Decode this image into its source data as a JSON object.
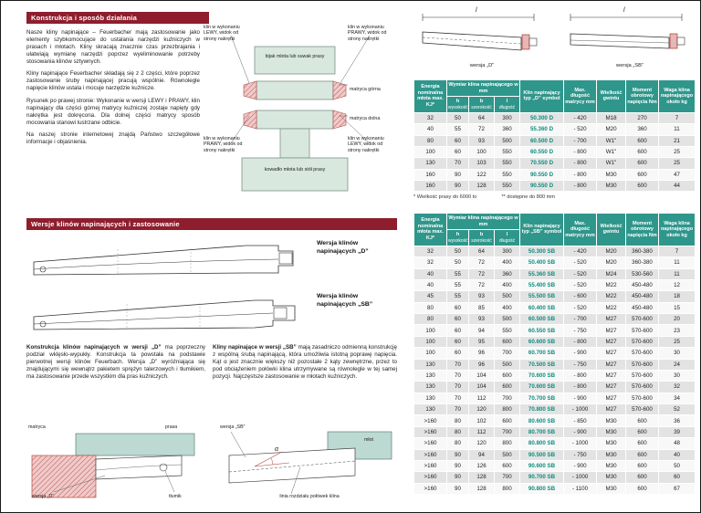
{
  "colors": {
    "accent_red": "#8e1e2d",
    "table_header_teal": "#2f968b",
    "symbol_teal": "#0e8d7f",
    "diagram_green": "#d9e8df",
    "diagram_pink": "#f0caca",
    "diagram_teal": "#bcd9d2"
  },
  "left": {
    "section1_title": "Konstrukcja i sposób działania",
    "section2_title": "Wersje klinów napinających i zastosowanie",
    "intro": {
      "p1": "Nasze kliny napinające – Feuerbacher mają zastosowanie jako elementy szybkomocujące do ustalania narzędzi kuźniczych w prasach i młotach. Kliny skracają znacznie czas przezbrajania i ułatwiają wymianę narzędzi poprzez wyeliminowanie potrzeby stosowania klinów sztywnych.",
      "p2": "Kliny napinające Feuerbacher składają się z 2 części, które poprzez zastosowanie śruby napinającej pracują wspólnie. Równolegle napięcie klinów ustala i mocuje narzędzie kuźnicze.",
      "p3": "Rysunek po prawej stronie: Wykonanie w wersji LEWY i PRAWY, klin napinający dla części górnej matrycy kuźniczej zostaje napięty gdy nakrętka jest dokręcona. Dla dolnej części matrycy sposób mocowania stanowi lustrzane odbicie.",
      "p4": "Na naszej stronie internetowej znajdą Państwo szczegółowe informacje i objaśnienia."
    },
    "main_diagram": {
      "callout_top_left": "klin w wykonaniu LEWY, widok od strony nakrętki",
      "callout_top_right": "klin w wykonaniu PRAWY, widok od strony nakrętki",
      "label_ram": "bijak młota lub suwak prasy",
      "label_upper_die": "matryca górna",
      "label_lower_die": "matryca dolna",
      "callout_mid_left": "klin w wykonaniu PRAWY, widok od strony nakrętki",
      "callout_mid_right": "klin w wykonaniu LEWY, widok od strony nakrętki",
      "label_anvil": "kowadło młota lub stół prasy"
    },
    "wedge_d_label": "Wersja klinów napinających „D”",
    "wedge_sb_label": "Wersja klinów napinających „SB”",
    "descr_d_lead": "Konstrukcja klinów napinających w wersji „D”",
    "descr_d_rest": " ma poprzeczny podział wklęsło-wypukły. Konstrukcja ta powstała na podstawie pierwotnej wersji klinów Feuerbach. Wersja „D” wyróżniająca się znajdującymi się wewnątrz pakietem sprężyn talerzowych i tłumikiem, ma zastosowanie przede wszystkim dla pras kuźniczych.",
    "descr_sb_lead": "Kliny napinające w wersji „SB”",
    "descr_sb_rest": " mają zasadniczo odmienną konstrukcję z wspólną śrubą napinającą, która umożliwia istotną poprawę napięcia. Kąt α jest znacznie większy niż pozostałe 2 kąty zewnętrzne, przez to pod obciążeniem połówki klina utrzymywane są równolegle w tej samej pozycji. Najczęstsze zastosowanie w młotach kuźniczych.",
    "diagram_d": {
      "matryca": "matryca",
      "prasa": "prasa",
      "wersja": "wersja „D”",
      "tlumik": "tłumik"
    },
    "diagram_sb": {
      "wersja": "wersja „SB”",
      "mlot": "młot",
      "alpha": "α",
      "linia": "linia rozdziału połówek klina"
    }
  },
  "right": {
    "drawing_d_label": "wersja „D”",
    "drawing_sb_label": "wersja „SB”",
    "dim_l": "l"
  },
  "table_headers": {
    "energia": "Energia nominalna młota max. KJ*",
    "wymiar": "Wymiar klina napinającego w mm",
    "h": "h",
    "h_sub": "wysokość",
    "b": "b",
    "b_sub": "szerokość",
    "l": "l",
    "l_sub": "długość",
    "symbol_d": "Klin napinający typ „D” symbol",
    "symbol_sb": "Klin napinający typ „SB” symbol",
    "max": "Max. długość matrycy mm",
    "gwint": "Wielkość gwintu",
    "moment": "Moment obrotowy napięcia Nm",
    "waga": "Waga klina napinającego około kg"
  },
  "footnote_1": "* Wielkość prasy do 6000 to",
  "footnote_2": "** dostępne do 800 mm",
  "table_d": {
    "rows": [
      [
        "32",
        "50",
        "64",
        "300",
        "50.300 D",
        "- 420",
        "M18",
        "270",
        "7"
      ],
      [
        "40",
        "55",
        "72",
        "360",
        "55.360 D",
        "- 520",
        "M20",
        "360",
        "11"
      ],
      [
        "80",
        "60",
        "93",
        "500",
        "60.500 D",
        "- 700",
        "W1\"",
        "600",
        "21"
      ],
      [
        "100",
        "60",
        "100",
        "550",
        "60.550 D",
        "- 800",
        "W1\"",
        "600",
        "25"
      ],
      [
        "130",
        "70",
        "103",
        "550",
        "70.550 D",
        "- 800",
        "W1\"",
        "600",
        "25"
      ],
      [
        "160",
        "90",
        "122",
        "550",
        "90.550 D",
        "- 800",
        "M30",
        "600",
        "47"
      ],
      [
        "160",
        "90",
        "128",
        "550",
        "90.550 D",
        "- 800",
        "M30",
        "600",
        "44"
      ]
    ]
  },
  "table_sb": {
    "rows": [
      [
        "32",
        "50",
        "64",
        "300",
        "50.300 SB",
        "- 420",
        "M20",
        "360-380",
        "7"
      ],
      [
        "32",
        "50",
        "72",
        "400",
        "50.400 SB",
        "- 520",
        "M20",
        "360-380",
        "11"
      ],
      [
        "40",
        "55",
        "72",
        "360",
        "55.360 SB",
        "- 520",
        "M24",
        "530-560",
        "11"
      ],
      [
        "40",
        "55",
        "72",
        "400",
        "55.400 SB",
        "- 520",
        "M22",
        "450-480",
        "12"
      ],
      [
        "45",
        "55",
        "93",
        "500",
        "55.500 SB",
        "- 600",
        "M22",
        "450-480",
        "18"
      ],
      [
        "80",
        "60",
        "85",
        "400",
        "60.400 SB",
        "- 520",
        "M22",
        "450-480",
        "15"
      ],
      [
        "80",
        "60",
        "93",
        "500",
        "60.500 SB",
        "- 700",
        "M27",
        "570-600",
        "20"
      ],
      [
        "100",
        "60",
        "94",
        "550",
        "60.550 SB",
        "- 750",
        "M27",
        "570-600",
        "23"
      ],
      [
        "100",
        "60",
        "95",
        "600",
        "60.600 SB",
        "- 800",
        "M27",
        "570-600",
        "25"
      ],
      [
        "100",
        "60",
        "96",
        "700",
        "60.700 SB",
        "- 900",
        "M27",
        "570-600",
        "30"
      ],
      [
        "130",
        "70",
        "96",
        "500",
        "70.500 SB",
        "- 750",
        "M27",
        "570-600",
        "24"
      ],
      [
        "130",
        "70",
        "104",
        "600",
        "70.600 SB",
        "- 800",
        "M27",
        "570-600",
        "30"
      ],
      [
        "130",
        "70",
        "104",
        "600",
        "70.600 SB",
        "- 800",
        "M27",
        "570-600",
        "32"
      ],
      [
        "130",
        "70",
        "112",
        "700",
        "70.700 SB",
        "- 900",
        "M27",
        "570-600",
        "34"
      ],
      [
        "130",
        "70",
        "120",
        "800",
        "70.800 SB",
        "- 1000",
        "M27",
        "570-600",
        "52"
      ],
      [
        ">160",
        "80",
        "102",
        "600",
        "80.600 SB",
        "- 850",
        "M30",
        "600",
        "36"
      ],
      [
        ">160",
        "80",
        "112",
        "700",
        "80.700 SB",
        "- 900",
        "M30",
        "600",
        "39"
      ],
      [
        ">160",
        "80",
        "120",
        "800",
        "80.800 SB",
        "- 1000",
        "M30",
        "600",
        "48"
      ],
      [
        ">160",
        "90",
        "94",
        "500",
        "90.500 SB",
        "- 750",
        "M30",
        "600",
        "40"
      ],
      [
        ">160",
        "90",
        "126",
        "600",
        "90.600 SB",
        "- 900",
        "M30",
        "600",
        "50"
      ],
      [
        ">160",
        "90",
        "128",
        "700",
        "90.700 SB",
        "- 1000",
        "M30",
        "600",
        "60"
      ],
      [
        ">160",
        "90",
        "128",
        "800",
        "90.800 SB",
        "- 1100",
        "M30",
        "600",
        "67"
      ]
    ]
  }
}
